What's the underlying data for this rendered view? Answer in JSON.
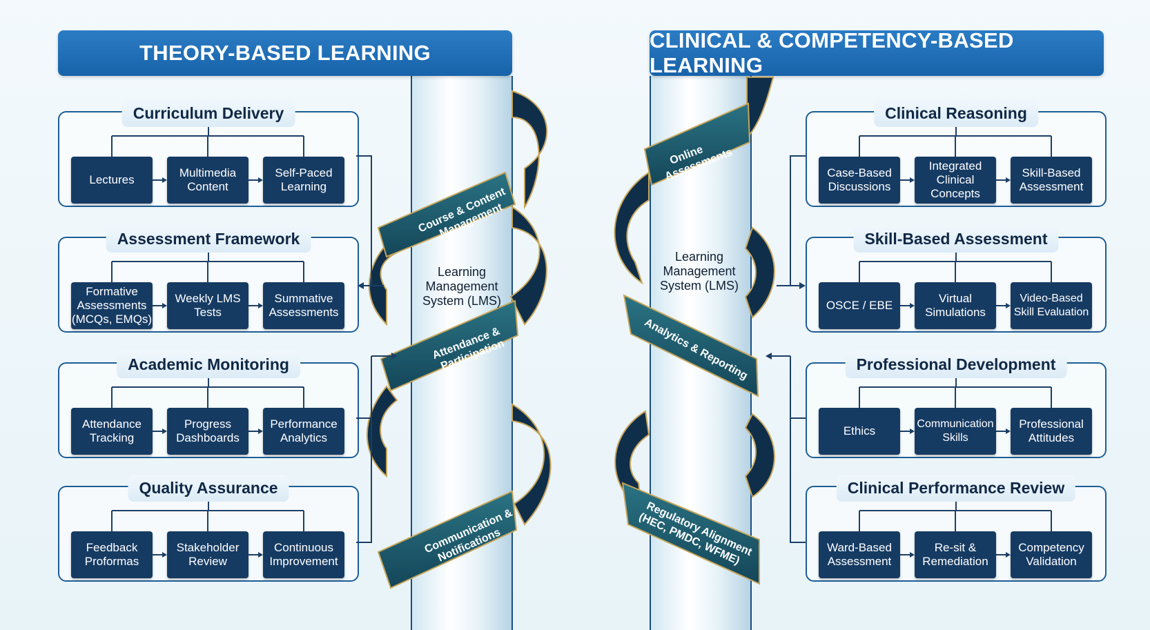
{
  "left": {
    "title": "THEORY-BASED LEARNING",
    "panels": [
      {
        "title": "Curriculum Delivery",
        "items": [
          "Lectures",
          "Multimedia\nContent",
          "Self-Paced\nLearning"
        ]
      },
      {
        "title": "Assessment Framework",
        "items": [
          "Formative\nAssessments\n(MCQs, EMQs)",
          "Weekly LMS\nTests",
          "Summative\nAssessments"
        ]
      },
      {
        "title": "Academic Monitoring",
        "items": [
          "Attendance\nTracking",
          "Progress\nDashboards",
          "Performance\nAnalytics"
        ]
      },
      {
        "title": "Quality Assurance",
        "items": [
          "Feedback\nProformas",
          "Stakeholder\nReview",
          "Continuous\nImprovement"
        ]
      }
    ],
    "lms": [
      "Learning",
      "Management",
      "System (LMS)"
    ],
    "ribbons": [
      [
        "Course & Content",
        "Management"
      ],
      [
        "Attendance &",
        "Participation"
      ],
      [
        "Communication &",
        "Notifications"
      ]
    ]
  },
  "right": {
    "title": "CLINICAL & COMPETENCY-BASED LEARNING",
    "panels": [
      {
        "title": "Clinical Reasoning",
        "items": [
          "Case-Based\nDiscussions",
          "Integrated\nClinical\nConcepts",
          "Skill-Based\nAssessment"
        ]
      },
      {
        "title": "Skill-Based Assessment",
        "items": [
          "OSCE / EBE",
          "Virtual\nSimulations",
          "Video-Based\nSkill Evaluation"
        ]
      },
      {
        "title": "Professional Development",
        "items": [
          "Ethics",
          "Communication\nSkills",
          "Professional\nAttitudes"
        ]
      },
      {
        "title": "Clinical Performance Review",
        "items": [
          "Ward-Based\nAssessment",
          "Re-sit &\nRemediation",
          "Competency\nValidation"
        ]
      }
    ],
    "lms": [
      "Learning",
      "Management",
      "System (LMS)"
    ],
    "ribbons": [
      [
        "Online",
        "Assessments"
      ],
      [
        "Analytics & Reporting"
      ],
      [
        "Regulatory Alignment",
        "(HEC, PMDC, WFME)"
      ]
    ]
  },
  "colors": {
    "banner": "#1863aa",
    "node": "#163b63",
    "panel_border": "#1c5d96",
    "ribbon_front": "#1d5a6e",
    "ribbon_back": "#0f2e4a",
    "ribbon_edge": "#c6a55a"
  }
}
